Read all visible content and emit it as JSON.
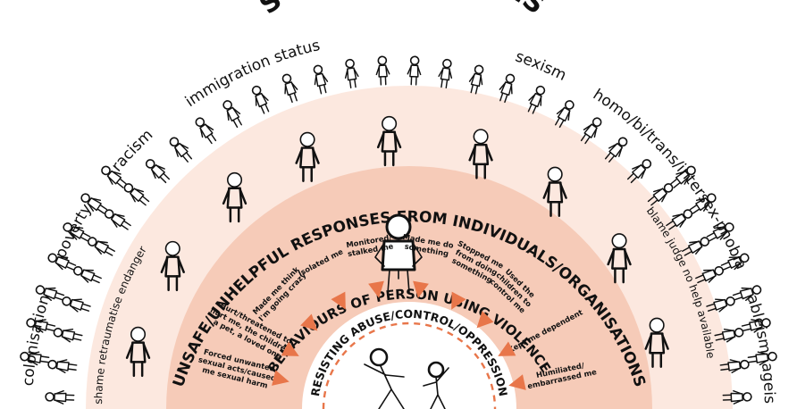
{
  "title": "SOCIAL INEQUITIES",
  "outer_ring": {
    "heading": "",
    "labels": [
      "colonisation",
      "poverty",
      "racism",
      "immigration status",
      "sexism",
      "homo/bi/trans/intersex-phobia",
      "ableism",
      "ageism"
    ]
  },
  "middle_ring": {
    "heading": "UNSAFE/UNHELPFUL RESPONSES FROM INDIVIDUALS/ORGANISATIONS",
    "labels_left": [
      "shame",
      "retraumatise",
      "endanger"
    ],
    "labels_right": [
      "blame",
      "judge",
      "no help available"
    ]
  },
  "inner_ring": {
    "heading": "BEHAVIOURS OF PERSON USING VIOLENCE",
    "behaviours": [
      "Forced unwanted|sexual acts/caused|me sexual harm",
      "Hurt/threatened to|hurt me, the children,|a pet, a loved one",
      "Made me think|I'm going crazy",
      "Isolated me",
      "Monitored/|stalked me",
      "Made me do|something",
      "Stopped me|from doing|something",
      "Used the|children to|control me",
      "Kept me dependent",
      "Humiliated/|embarrassed me"
    ]
  },
  "core": {
    "heading": "RESISTING ABUSE/CONTROL/OPPRESSION"
  },
  "colors": {
    "outer": "#ffffff",
    "middle": "#fce8df",
    "inner": "#f6cbb8",
    "arrow": "#e8764a",
    "core_dash": "#e8764a",
    "ink": "#111111"
  }
}
